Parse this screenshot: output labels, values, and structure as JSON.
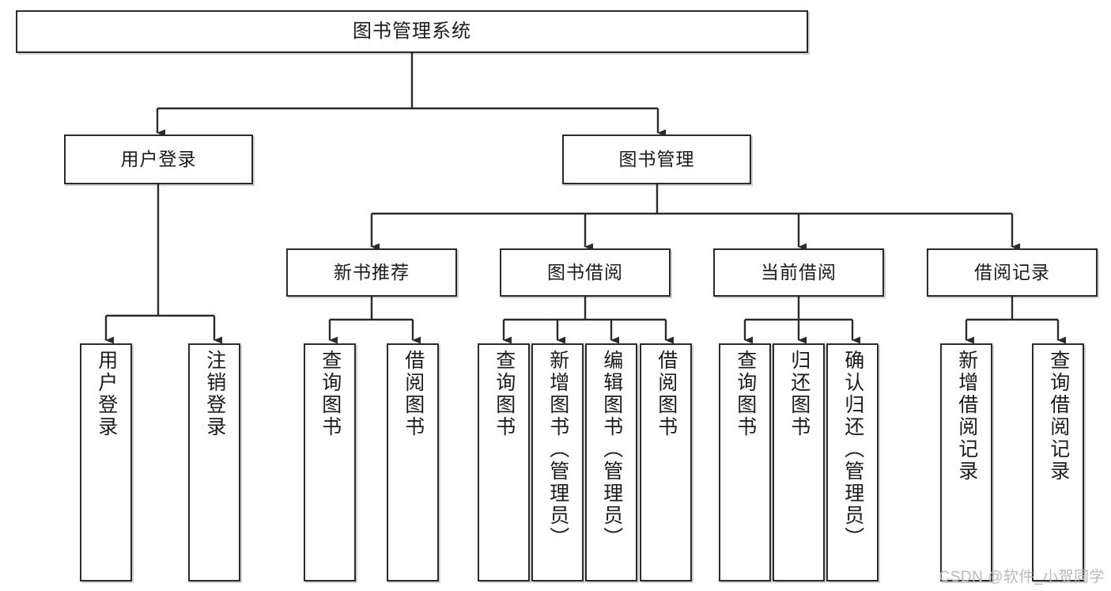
{
  "diagram": {
    "type": "tree",
    "title": "图书管理系统",
    "orientation": "top-down",
    "colors": {
      "box_border": "#2b2b2b",
      "box_fill": "#ffffff",
      "connector": "#2b2b2b",
      "text": "#1b1b1b",
      "watermark": "#b9b9b9",
      "background": "#ffffff"
    },
    "root": {
      "label": "图书管理系统"
    },
    "tier2": [
      {
        "label": "用户登录"
      },
      {
        "label": "图书管理"
      }
    ],
    "tier3": [
      {
        "label": "新书推荐"
      },
      {
        "label": "图书借阅"
      },
      {
        "label": "当前借阅"
      },
      {
        "label": "借阅记录"
      }
    ],
    "leaves": {
      "user_login": [
        {
          "label": "用户登录"
        },
        {
          "label": "注销登录"
        }
      ],
      "new_book_recommend": [
        {
          "label": "查询图书"
        },
        {
          "label": "借阅图书"
        }
      ],
      "book_borrow": [
        {
          "label": "查询图书"
        },
        {
          "label": "新增图书（管理员）"
        },
        {
          "label": "编辑图书（管理员）"
        },
        {
          "label": "借阅图书"
        }
      ],
      "current_borrow": [
        {
          "label": "查询图书"
        },
        {
          "label": "归还图书"
        },
        {
          "label": "确认归还（管理员）"
        }
      ],
      "borrow_record": [
        {
          "label": "新增借阅记录"
        },
        {
          "label": "查询借阅记录"
        }
      ]
    }
  },
  "watermark": {
    "text": "CSDN @软件_小贺同学"
  }
}
